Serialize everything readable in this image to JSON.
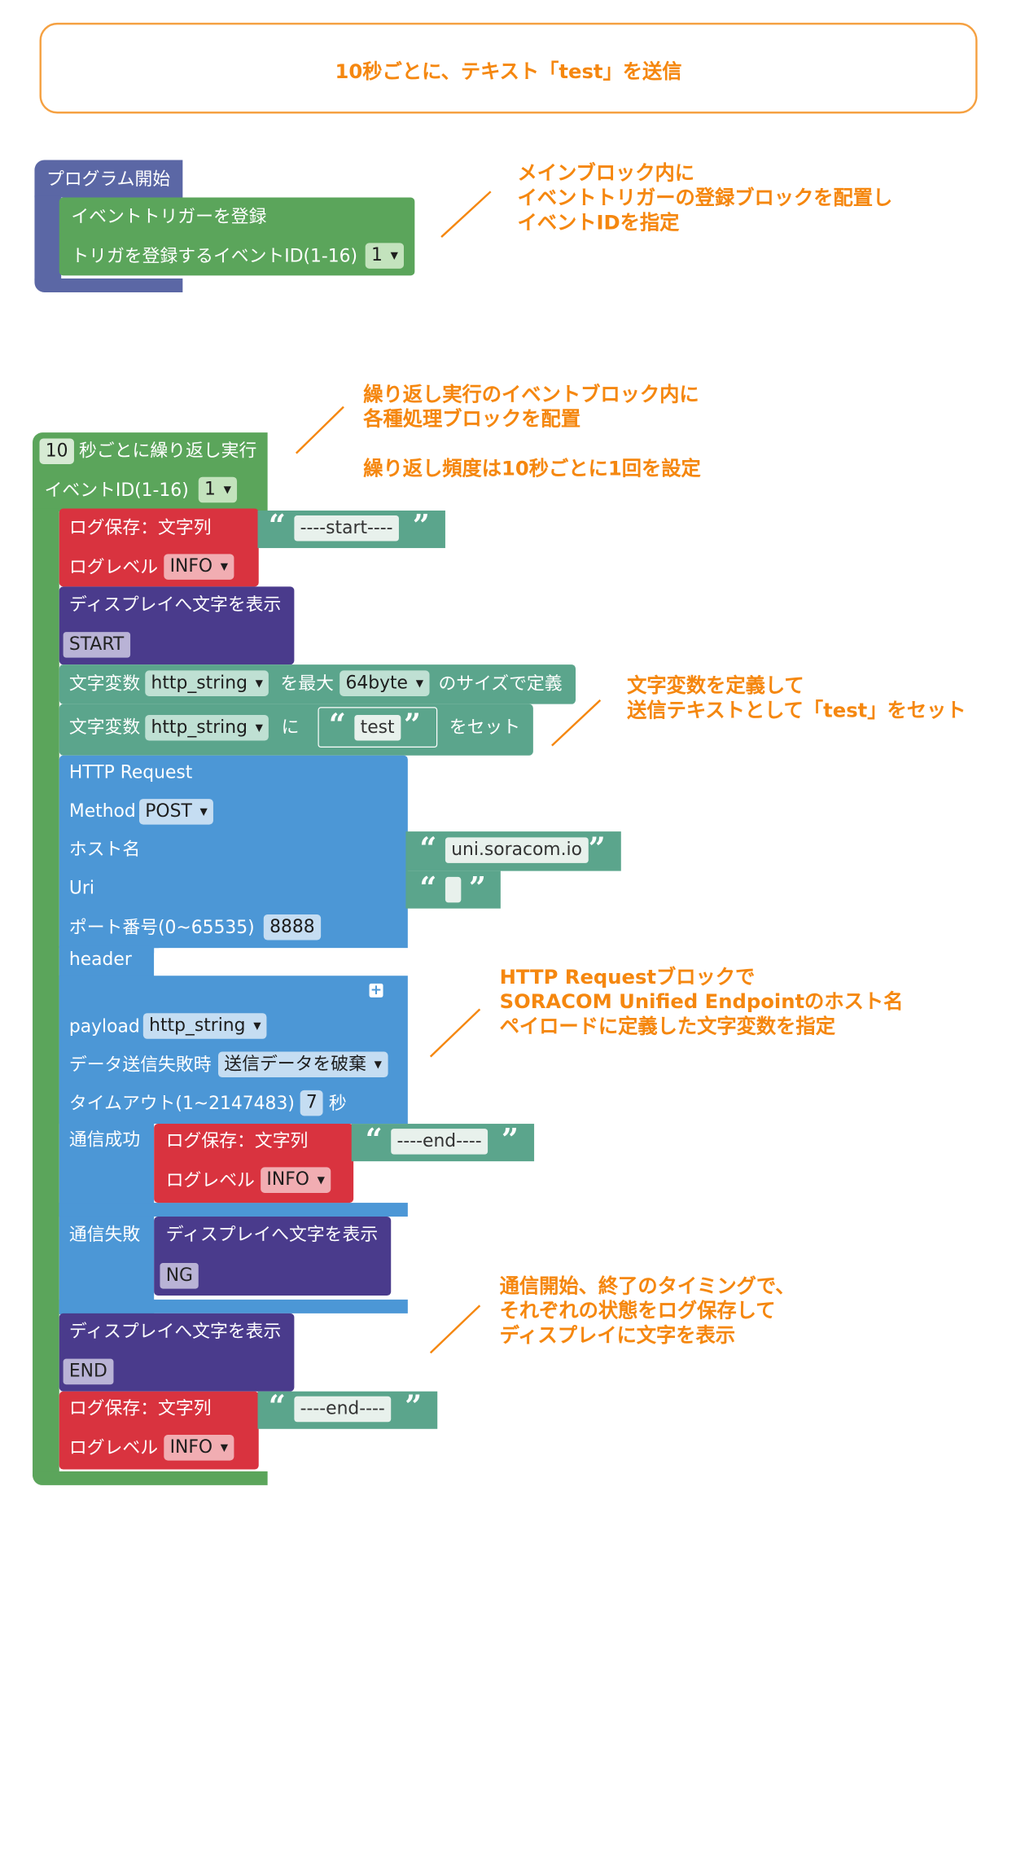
{
  "title": "10秒ごとに、テキスト「test」を送信",
  "annotations": {
    "a1": [
      "メインブロック内に",
      "イベントトリガーの登録ブロックを配置し",
      "イベントIDを指定"
    ],
    "a2": [
      "繰り返し実行のイベントブロック内に",
      "各種処理ブロックを配置",
      "",
      "繰り返し頻度は10秒ごとに1回を設定"
    ],
    "a3": [
      "文字変数を定義して",
      "送信テキストとして「test」をセット"
    ],
    "a4": [
      "HTTP Requestブロックで",
      "SORACOM Unified Endpointのホスト名",
      "ペイロードに定義した文字変数を指定"
    ],
    "a5": [
      "通信開始、終了のタイミングで、",
      "それぞれの状態をログ保存して",
      "ディスプレイに文字を表示"
    ]
  },
  "program": {
    "start_label": "プログラム開始",
    "event_trigger_label": "イベントトリガーを登録",
    "trigger_id_label": "トリガを登録するイベントID(1-16)",
    "trigger_id_value": "1"
  },
  "repeat": {
    "interval_value": "10",
    "interval_label": "秒ごとに繰り返し実行",
    "event_id_label": "イベントID(1-16)",
    "event_id_value": "1"
  },
  "log_start": {
    "label": "ログ保存：文字列",
    "text": "----start----",
    "level_label": "ログレベル",
    "level": "INFO"
  },
  "display_start": {
    "label": "ディスプレイへ文字を表示",
    "text": "START"
  },
  "var_define": {
    "prefix": "文字変数",
    "var": "http_string",
    "middle": "を最大",
    "size": "64byte",
    "suffix": "のサイズで定義"
  },
  "var_set": {
    "prefix": "文字変数",
    "var": "http_string",
    "middle": "に",
    "value": "test",
    "suffix": "をセット"
  },
  "http": {
    "title": "HTTP Request",
    "method_label": "Method",
    "method": "POST",
    "host_label": "ホスト名",
    "host": "uni.soracom.io",
    "uri_label": "Uri",
    "uri": "",
    "port_label": "ポート番号(0~65535)",
    "port": "8888",
    "header_label": "header",
    "payload_label": "payload",
    "payload": "http_string",
    "fail_data_label": "データ送信失敗時",
    "fail_data": "送信データを破棄",
    "timeout_label": "タイムアウト(1~2147483)",
    "timeout": "7",
    "timeout_unit": "秒",
    "success_label": "通信成功",
    "failure_label": "通信失敗"
  },
  "log_end_inner": {
    "label": "ログ保存：文字列",
    "text": "----end----",
    "level_label": "ログレベル",
    "level": "INFO"
  },
  "display_ng": {
    "label": "ディスプレイへ文字を表示",
    "text": "NG"
  },
  "display_end": {
    "label": "ディスプレイへ文字を表示",
    "text": "END"
  },
  "log_end": {
    "label": "ログ保存：文字列",
    "text": "----end----",
    "level_label": "ログレベル",
    "level": "INFO"
  },
  "colors": {
    "accent_orange": "#f5870f",
    "event_green": "#5ba55b",
    "text_teal": "#5ba58c",
    "log_red": "#d9333f",
    "display_purple": "#4a3b8c",
    "http_blue": "#4c97d6",
    "program_navy": "#5b67a5"
  }
}
